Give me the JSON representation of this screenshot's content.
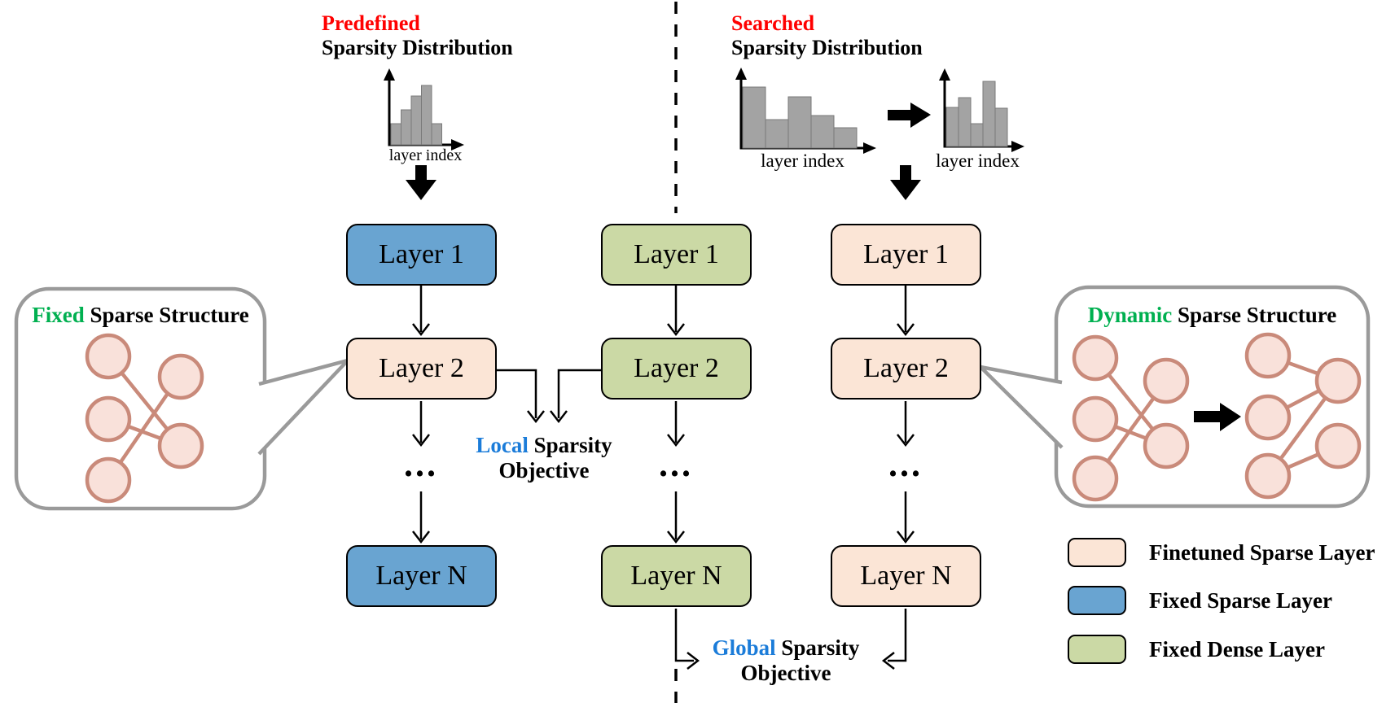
{
  "titles": {
    "predefined": {
      "highlight": "Predefined",
      "rest": "Sparsity Distribution"
    },
    "searched": {
      "highlight": "Searched",
      "rest": "Sparsity Distribution"
    }
  },
  "charts": {
    "axis_label": "layer index",
    "predefined": {
      "type": "bar",
      "values": [
        26,
        43,
        60,
        73,
        26
      ]
    },
    "searched_before": {
      "type": "bar",
      "values": [
        75,
        35,
        63,
        40,
        25
      ]
    },
    "searched_after": {
      "type": "bar",
      "values": [
        48,
        60,
        28,
        80,
        47
      ]
    }
  },
  "columns": {
    "left": {
      "layer1": "Layer 1",
      "layer2": "Layer 2",
      "dots": "...",
      "layerN": "Layer N"
    },
    "middle": {
      "layer1": "Layer 1",
      "layer2": "Layer 2",
      "dots": "...",
      "layerN": "Layer N"
    },
    "right": {
      "layer1": "Layer 1",
      "layer2": "Layer 2",
      "dots": "...",
      "layerN": "Layer N"
    }
  },
  "objectives": {
    "local": {
      "highlight": "Local",
      "rest": " Sparsity",
      "line2": "Objective"
    },
    "global": {
      "highlight": "Global",
      "rest": " Sparsity",
      "line2": "Objective"
    }
  },
  "callouts": {
    "fixed": {
      "highlight": "Fixed",
      "rest": " Sparse Structure"
    },
    "dynamic": {
      "highlight": "Dynamic",
      "rest": " Sparse Structure"
    }
  },
  "legend": {
    "items": [
      {
        "label": "Finetuned Sparse Layer",
        "color": "#FBE5D6"
      },
      {
        "label": "Fixed Sparse Layer",
        "color": "#69A4D1"
      },
      {
        "label": "Fixed Dense Layer",
        "color": "#CBD9A5"
      }
    ]
  },
  "colors": {
    "highlight_red": "#FF0000",
    "highlight_green": "#00B050",
    "objective_blue": "#1B7CD9",
    "finetuned_sparse_fill": "#FBE5D6",
    "fixed_sparse_fill": "#69A4D1",
    "fixed_dense_fill": "#CBD9A5",
    "node_fill": "#F9E1DA",
    "node_stroke": "#C98A7A",
    "callout_stroke": "#9A9A9A",
    "bar_fill": "#A3A3A3"
  }
}
